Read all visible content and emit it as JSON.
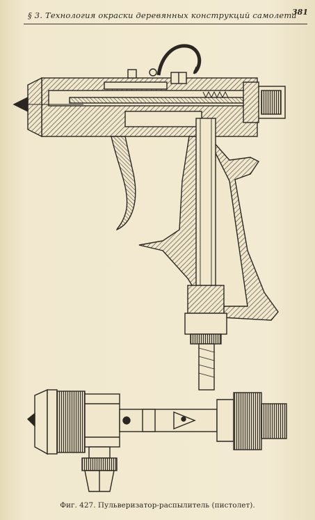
{
  "header": {
    "title": "§ 3. Технология окраски деревянных конструкций самолета",
    "page_number": "381"
  },
  "figure": {
    "caption": "Фиг. 427. Пульверизатор-распылитель (пистолет)."
  }
}
